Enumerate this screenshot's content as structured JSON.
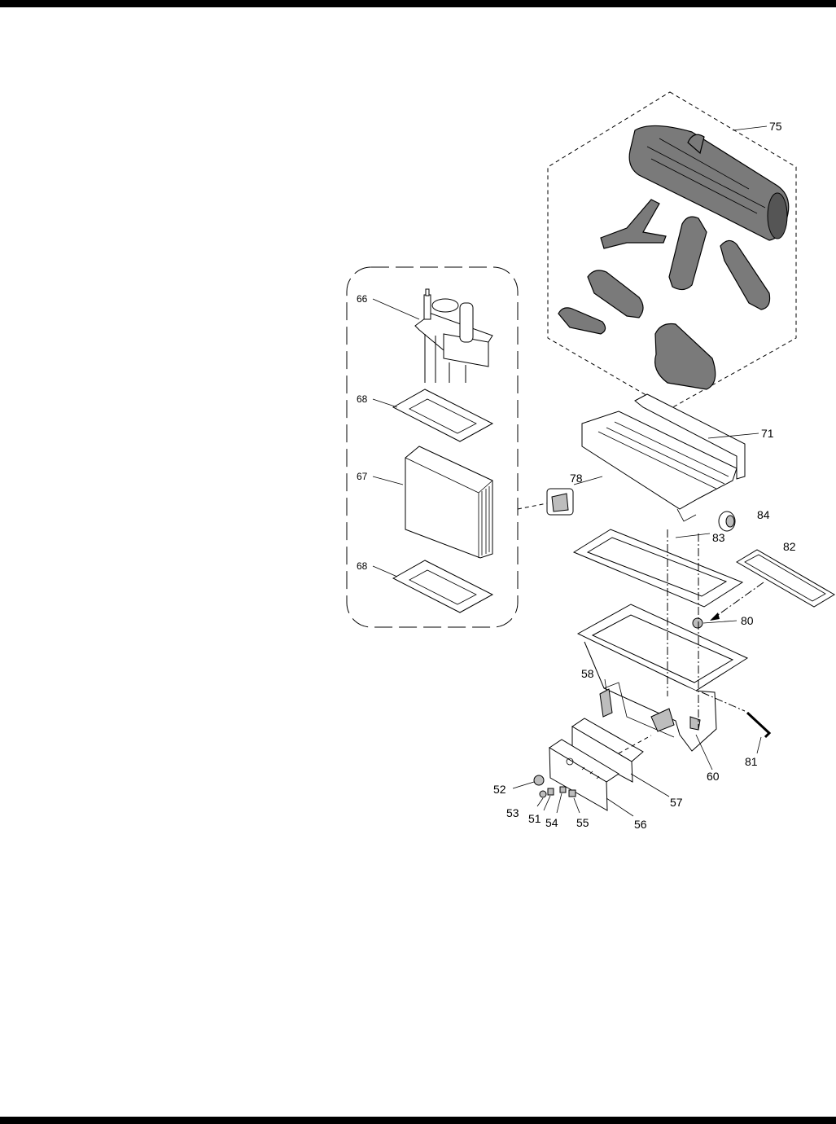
{
  "callouts": {
    "c75": "75",
    "c71": "71",
    "c78": "78",
    "c84": "84",
    "c83": "83",
    "c82": "82",
    "c80": "80",
    "c58": "58",
    "c60": "60",
    "c81": "81",
    "c57": "57",
    "c56": "56",
    "c52": "52",
    "c53": "53",
    "c51": "51",
    "c54": "54",
    "c55": "55",
    "c66": "66",
    "c68a": "68",
    "c67": "67",
    "c68b": "68"
  }
}
